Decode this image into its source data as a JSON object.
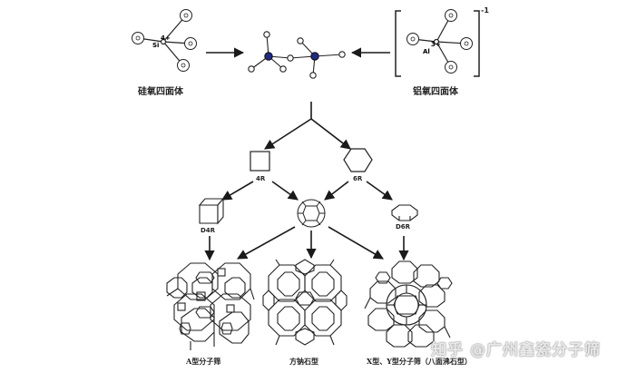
{
  "labels": {
    "si_ion": "Si",
    "si_charge": "4+",
    "al_ion": "Al",
    "al_charge": "3+",
    "bracket_charge": "-1",
    "left_caption": "硅氧四面体",
    "right_caption": "铝氧四面体",
    "four_ring": "4R",
    "six_ring": "6R",
    "d4r": "D4R",
    "d6r": "D6R",
    "type_a": "A型分子筛",
    "sodalite": "方钠石型",
    "type_xy": "X型、Y型分子筛（八面沸石型）",
    "oxygen_mark": "o"
  },
  "watermark": "知乎 @广州鑫瓷分子筛",
  "colors": {
    "line": "#1a1a1a",
    "framework_atom": "#1f2a86",
    "watermark": "#e9e9e9"
  }
}
